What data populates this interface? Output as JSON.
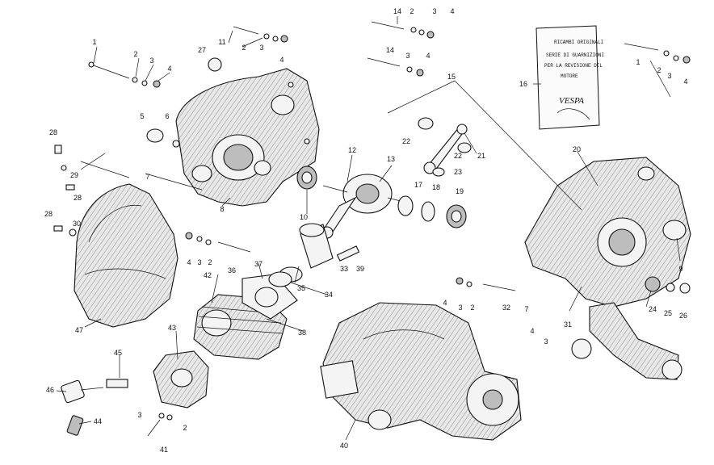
{
  "diagram": {
    "kind": "exploded engine parts diagram",
    "booklet": {
      "header": "RICAMBI ORIGINALI",
      "line1": "SERIE DI GUARNIZIONI",
      "line2": "PER LA REVISIONE DEL",
      "line3": "MOTORE",
      "brand": "VESPA"
    },
    "callouts": [
      "1",
      "2",
      "3",
      "4",
      "5",
      "6",
      "7",
      "8",
      "9",
      "10",
      "11",
      "12",
      "13",
      "14",
      "15",
      "16",
      "17",
      "18",
      "19",
      "20",
      "21",
      "22",
      "23",
      "24",
      "25",
      "26",
      "27",
      "28",
      "29",
      "30",
      "31",
      "32",
      "33",
      "34",
      "35",
      "36",
      "37",
      "38",
      "39",
      "40",
      "41",
      "42",
      "43",
      "44",
      "45",
      "46",
      "47"
    ]
  }
}
